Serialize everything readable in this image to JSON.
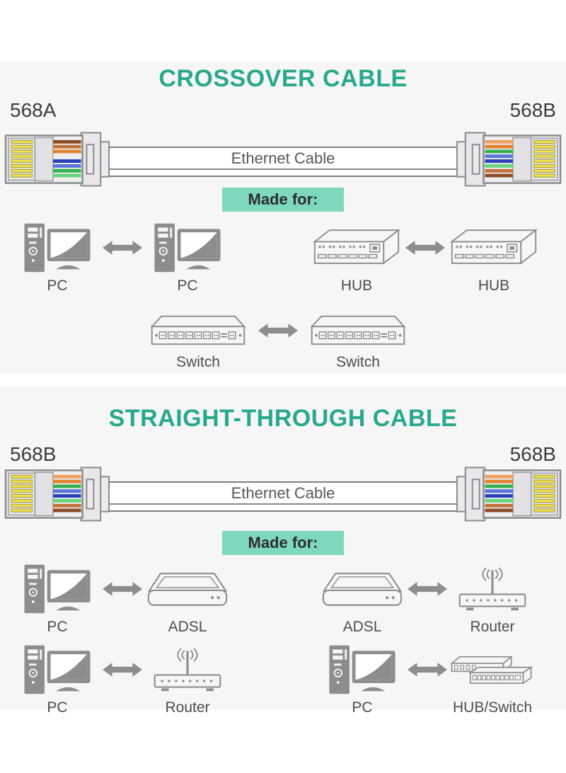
{
  "colors": {
    "accent_green": "#29a98c",
    "badge_bg": "#7dd8be",
    "icon_gray": "#8d8d8d",
    "section_bg": "#f6f6f7",
    "pin_yellow": "#f2df4b"
  },
  "sections": [
    {
      "title": "CROSSOVER CABLE",
      "left_connector": "568A",
      "right_connector": "568B",
      "cable_label": "Ethernet Cable",
      "made_for": "Made for:",
      "pairs": [
        {
          "left": {
            "type": "pc",
            "label": "PC"
          },
          "right": {
            "type": "pc",
            "label": "PC"
          }
        },
        {
          "left": {
            "type": "hub",
            "label": "HUB"
          },
          "right": {
            "type": "hub",
            "label": "HUB"
          }
        },
        {
          "left": {
            "type": "switch",
            "label": "Switch"
          },
          "right": {
            "type": "switch",
            "label": "Switch"
          }
        }
      ]
    },
    {
      "title": "STRAIGHT-THROUGH CABLE",
      "left_connector": "568B",
      "right_connector": "568B",
      "cable_label": "Ethernet Cable",
      "made_for": "Made for:",
      "pairs": [
        {
          "left": {
            "type": "pc",
            "label": "PC"
          },
          "right": {
            "type": "adsl",
            "label": "ADSL"
          }
        },
        {
          "left": {
            "type": "adsl",
            "label": "ADSL"
          },
          "right": {
            "type": "router",
            "label": "Router"
          }
        },
        {
          "left": {
            "type": "pc",
            "label": "PC"
          },
          "right": {
            "type": "router",
            "label": "Router"
          }
        },
        {
          "left": {
            "type": "pc",
            "label": "PC"
          },
          "right": {
            "type": "hubswitch",
            "label": "HUB/Switch"
          }
        }
      ]
    }
  ]
}
